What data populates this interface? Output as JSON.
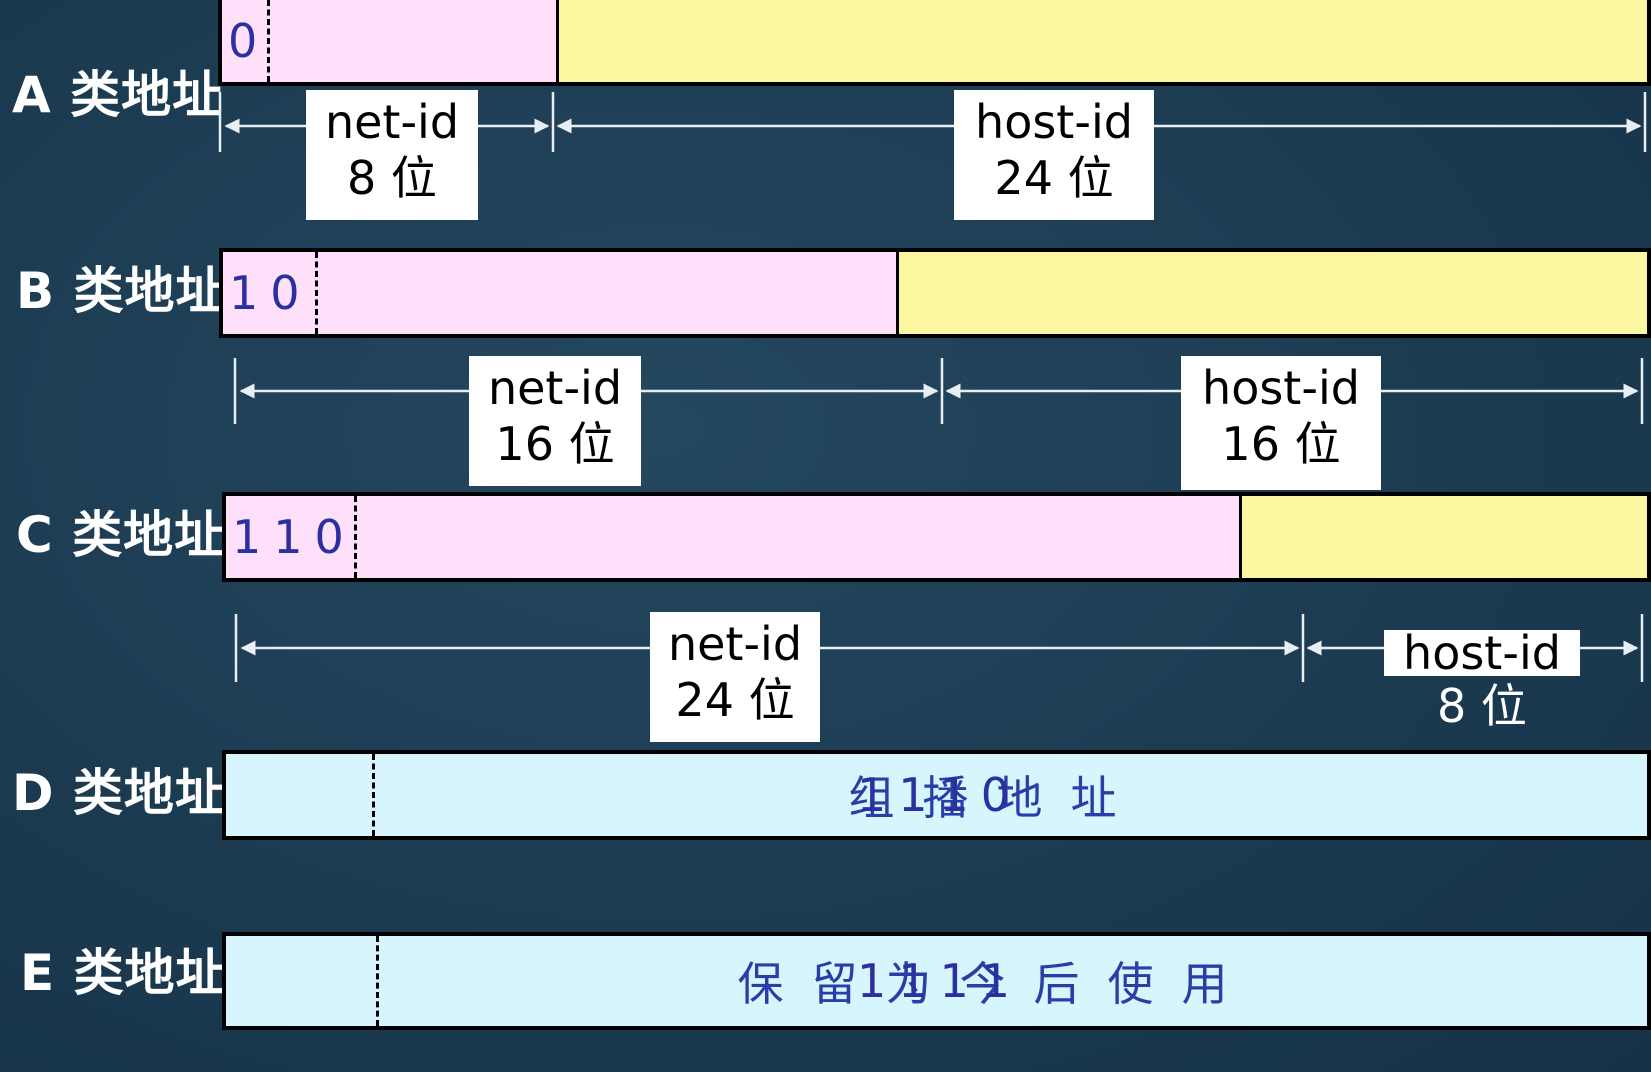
{
  "rows": [
    {
      "label": "A 类地址",
      "prefix": "0",
      "net": {
        "name": "net-id",
        "bits": "8 位"
      },
      "host": {
        "name": "host-id",
        "bits": "24 位"
      }
    },
    {
      "label": "B 类地址",
      "prefix": "10",
      "net": {
        "name": "net-id",
        "bits": "16 位"
      },
      "host": {
        "name": "host-id",
        "bits": "16 位"
      }
    },
    {
      "label": "C 类地址",
      "prefix": "110",
      "net": {
        "name": "net-id",
        "bits": "24 位"
      },
      "host": {
        "name": "host-id",
        "bits": "8 位"
      }
    },
    {
      "label": "D 类地址",
      "prefix": "1110",
      "text": "组播地址"
    },
    {
      "label": "E 类地址",
      "prefix": "1111",
      "text": "保留为今后使用"
    }
  ],
  "colors": {
    "background": "#1d3d55",
    "net_segment": "#ffe0fb",
    "host_segment": "#fbf7a0",
    "reserved_segment": "#d6f5fd",
    "prefix_text": "#2b2fa0"
  }
}
